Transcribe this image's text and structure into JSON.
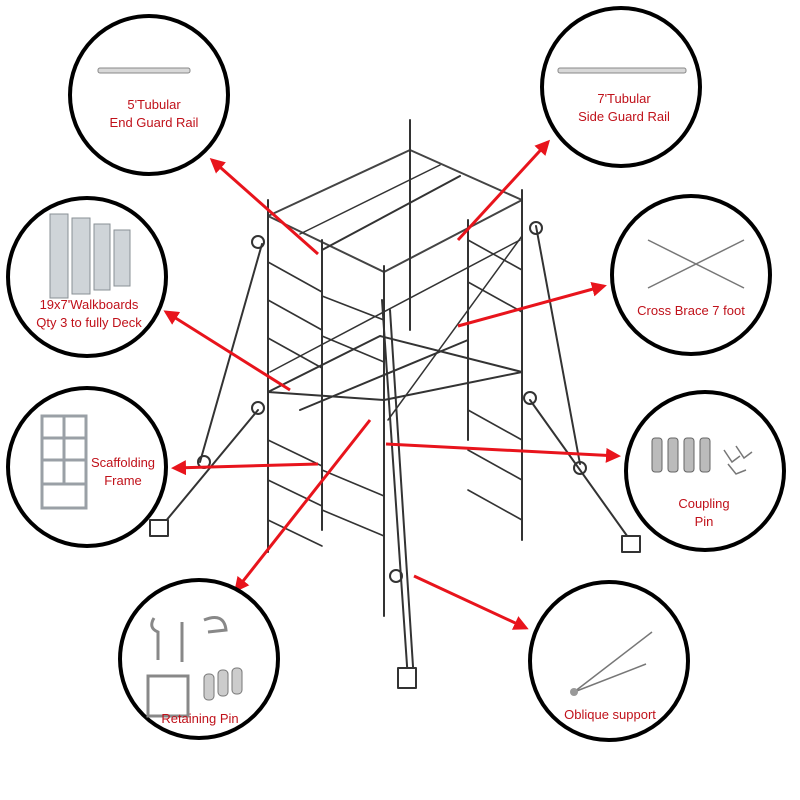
{
  "callouts": {
    "end_rail": {
      "lines": [
        "5'Tubular",
        "End Guard Rail"
      ]
    },
    "side_rail": {
      "lines": [
        "7'Tubular",
        "Side Guard Rail"
      ]
    },
    "walkboards": {
      "lines": [
        "19x7'Walkboards",
        "Qty 3 to fully Deck"
      ]
    },
    "cross_brace": {
      "lines": [
        "Cross Brace 7 foot"
      ]
    },
    "frame": {
      "lines": [
        "Scaffolding",
        "Frame"
      ]
    },
    "coupling": {
      "lines": [
        "Coupling",
        "Pin"
      ]
    },
    "retaining": {
      "lines": [
        "Retaining Pin"
      ]
    },
    "oblique": {
      "lines": [
        "Oblique support"
      ]
    }
  },
  "colors": {
    "label": "#c0111a",
    "arrow": "#e8141c",
    "outline": "#000000",
    "line_art": "#333333"
  }
}
